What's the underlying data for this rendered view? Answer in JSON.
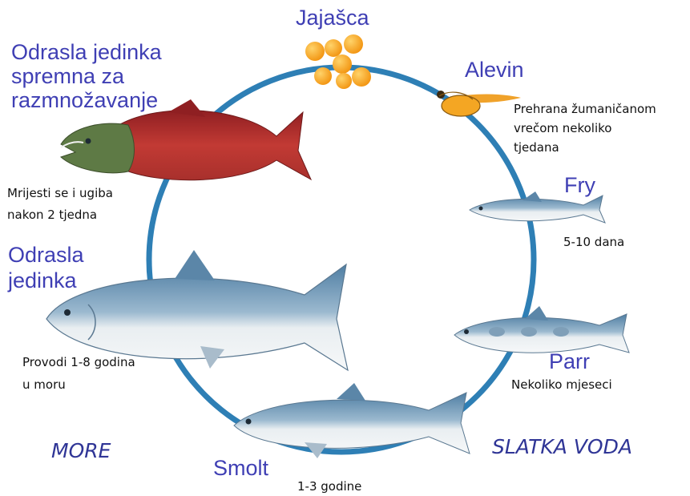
{
  "stages": {
    "eggs": "Jajašca",
    "alevin": "Alevin",
    "fry": "Fry",
    "parr": "Parr",
    "smolt": "Smolt",
    "adult": [
      "Odrasla",
      "jedinka"
    ],
    "spawning_adult": [
      "Odrasla jedinka",
      "spremna za",
      "razmnožavanje"
    ]
  },
  "notes": {
    "alevin": [
      "Prehrana žumaničanom",
      "vrečom nekoliko",
      "tjedana"
    ],
    "fry": "5-10 dana",
    "parr": "Nekoliko mjeseci",
    "smolt": "1-3 godine",
    "adult": [
      "Provodi 1-8 godina",
      "u moru"
    ],
    "spawning_adult": [
      "Mrijesti se i ugiba",
      "nakon 2 tjedna"
    ]
  },
  "environments": {
    "sea": "MORE",
    "freshwater": "SLATKA VODA"
  },
  "colors": {
    "cycle": "#2e7fb5",
    "stage_text": "#3f3fb4",
    "eggs": "#f7a51e",
    "spawning_body": "#b8282a",
    "spawning_head": "#5e7a45",
    "fish_back": "#5b86a8",
    "fish_belly": "#eef2f4"
  },
  "icons": [
    "egg-cluster",
    "alevin",
    "fry-fish",
    "parr-fish",
    "smolt-fish",
    "ocean-adult-fish",
    "spawning-salmon"
  ]
}
